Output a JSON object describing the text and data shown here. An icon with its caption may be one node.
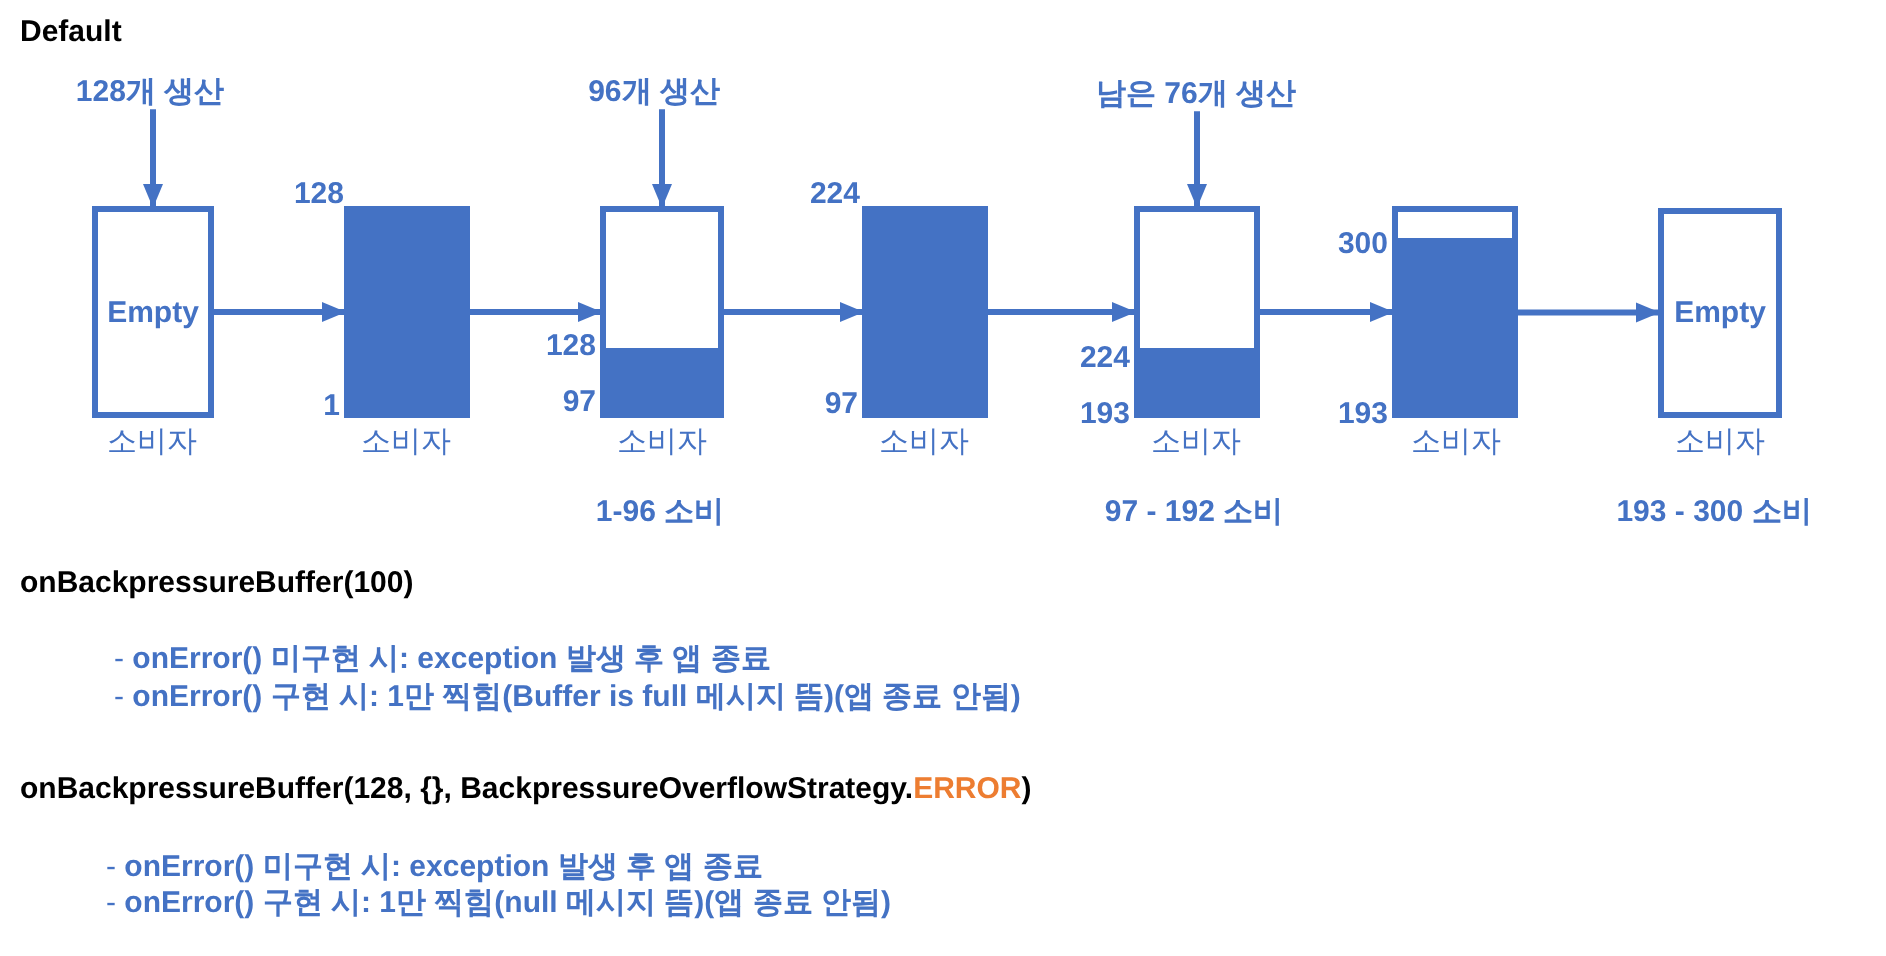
{
  "diagram": {
    "title": "Default",
    "nodes": [
      {
        "text": [
          "128개 생산"
        ]
      },
      {
        "text": [
          "96개 생산"
        ]
      },
      {
        "text": [
          "남은 76개 생산"
        ]
      },
      {
        "text": [
          "Empty"
        ],
        "beside": [
          "소비자"
        ]
      },
      {
        "text": [],
        "shape": "box",
        "beside": [
          "128",
          "1",
          "소비자"
        ]
      },
      {
        "text": [],
        "shape": "box",
        "beside": [
          "128",
          "97",
          "소비자",
          "1-96 소비"
        ]
      },
      {
        "text": [],
        "shape": "box",
        "beside": [
          "224",
          "97",
          "소비자"
        ]
      },
      {
        "text": [],
        "shape": "box",
        "beside": [
          "224",
          "193",
          "소비자",
          "97 - 192 소비"
        ]
      },
      {
        "text": [],
        "shape": "box",
        "beside": [
          "300",
          "193",
          "소비자"
        ]
      },
      {
        "text": [
          "Empty"
        ],
        "beside": [
          "소비자",
          "193 - 300 소비"
        ]
      }
    ],
    "edges": [
      {
        "from": 0,
        "to": 3,
        "arrow": "to"
      },
      {
        "from": 1,
        "to": 5,
        "arrow": "to"
      },
      {
        "from": 2,
        "to": 7,
        "arrow": "to"
      },
      {
        "from": 3,
        "to": 4,
        "arrow": "to"
      },
      {
        "from": 4,
        "to": 5,
        "arrow": "to"
      },
      {
        "from": 5,
        "to": 6,
        "arrow": "to"
      },
      {
        "from": 6,
        "to": 7,
        "arrow": "to"
      },
      {
        "from": 7,
        "to": 8,
        "arrow": "to"
      },
      {
        "from": 8,
        "to": 9,
        "arrow": "to"
      }
    ],
    "labels": [
      "onBackpressureBuffer(100)",
      "- **onError() 미구현 시: exception 발생 후 앱 종료**",
      "- **onError() 구현 시: 1만 찍힘(Buffer is full 메시지 뜸)(앱 종료 안됨)**",
      "onBackpressureBuffer(128, {}, BackpressureOverflowStrategy.",
      "ERROR",
      ")",
      "- **onError() 미구현 시: exception 발생 후 앱 종료**",
      "- **onError() 구현 시: 1만 찍힘(null 메시지 뜸)(앱 종료 안됨)**"
    ]
  }
}
